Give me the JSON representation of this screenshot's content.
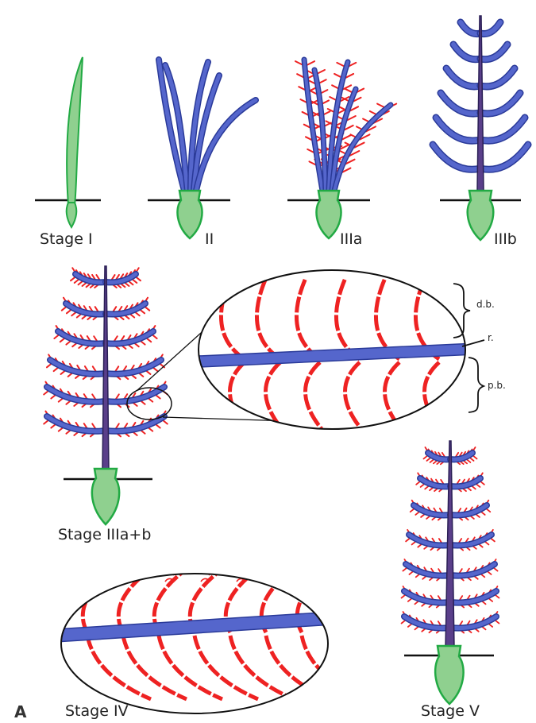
{
  "panel_letter": "A",
  "labels": {
    "stage_i": "Stage I",
    "stage_ii": "II",
    "stage_iiia": "IIIa",
    "stage_iiib": "IIIb",
    "stage_iiiab": "Stage IIIa+b",
    "stage_iv": "Stage IV",
    "stage_v": "Stage V"
  },
  "annotations": {
    "distal_barbs": "d.b.",
    "rachis": "r.",
    "proximal_barbs": "p.b."
  },
  "colors": {
    "sheath_fill": "#8fd08f",
    "sheath_stroke": "#22aa44",
    "barb_fill": "#5566cc",
    "barb_stroke": "#2a3a99",
    "rachis_fill": "#5a3f8a",
    "barbule": "#ee2222",
    "ground": "#111111"
  }
}
